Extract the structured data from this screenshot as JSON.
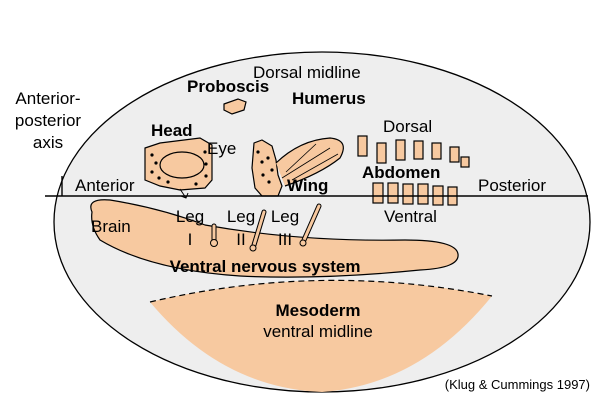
{
  "axis": {
    "title_lines": [
      "Anterior-",
      "posterior",
      "axis"
    ],
    "anterior": "Anterior",
    "posterior": "Posterior"
  },
  "regions": {
    "dorsal_midline": "Dorsal midline",
    "proboscis": "Proboscis",
    "humerus": "Humerus",
    "head": "Head",
    "eye": "Eye",
    "wing": "Wing",
    "dorsal": "Dorsal",
    "abdomen": "Abdomen",
    "ventral": "Ventral",
    "brain": "Brain",
    "leg1_lines": [
      "Leg",
      "I"
    ],
    "leg2_lines": [
      "Leg",
      "II"
    ],
    "leg3_lines": [
      "Leg",
      "III"
    ],
    "vns": "Ventral nervous system",
    "mesoderm": "Mesoderm",
    "ventral_midline": "ventral midline"
  },
  "citation": "(Klug & Cummings 1997)",
  "colors": {
    "embryo_fill": "#eeeeee",
    "tissue_fill": "#f7c9a0",
    "outline": "#000000"
  }
}
